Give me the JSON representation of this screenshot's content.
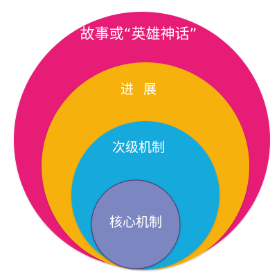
{
  "diagram": {
    "layers": [
      {
        "id": "outer",
        "label": "故事或“英雄神话”",
        "color": "#e61b77"
      },
      {
        "id": "second",
        "label": "进展",
        "color": "#f7b10f"
      },
      {
        "id": "third",
        "label": "次级机制",
        "color": "#15a9dc"
      },
      {
        "id": "core",
        "label": "核心机制",
        "color": "#7b86c0"
      }
    ]
  }
}
